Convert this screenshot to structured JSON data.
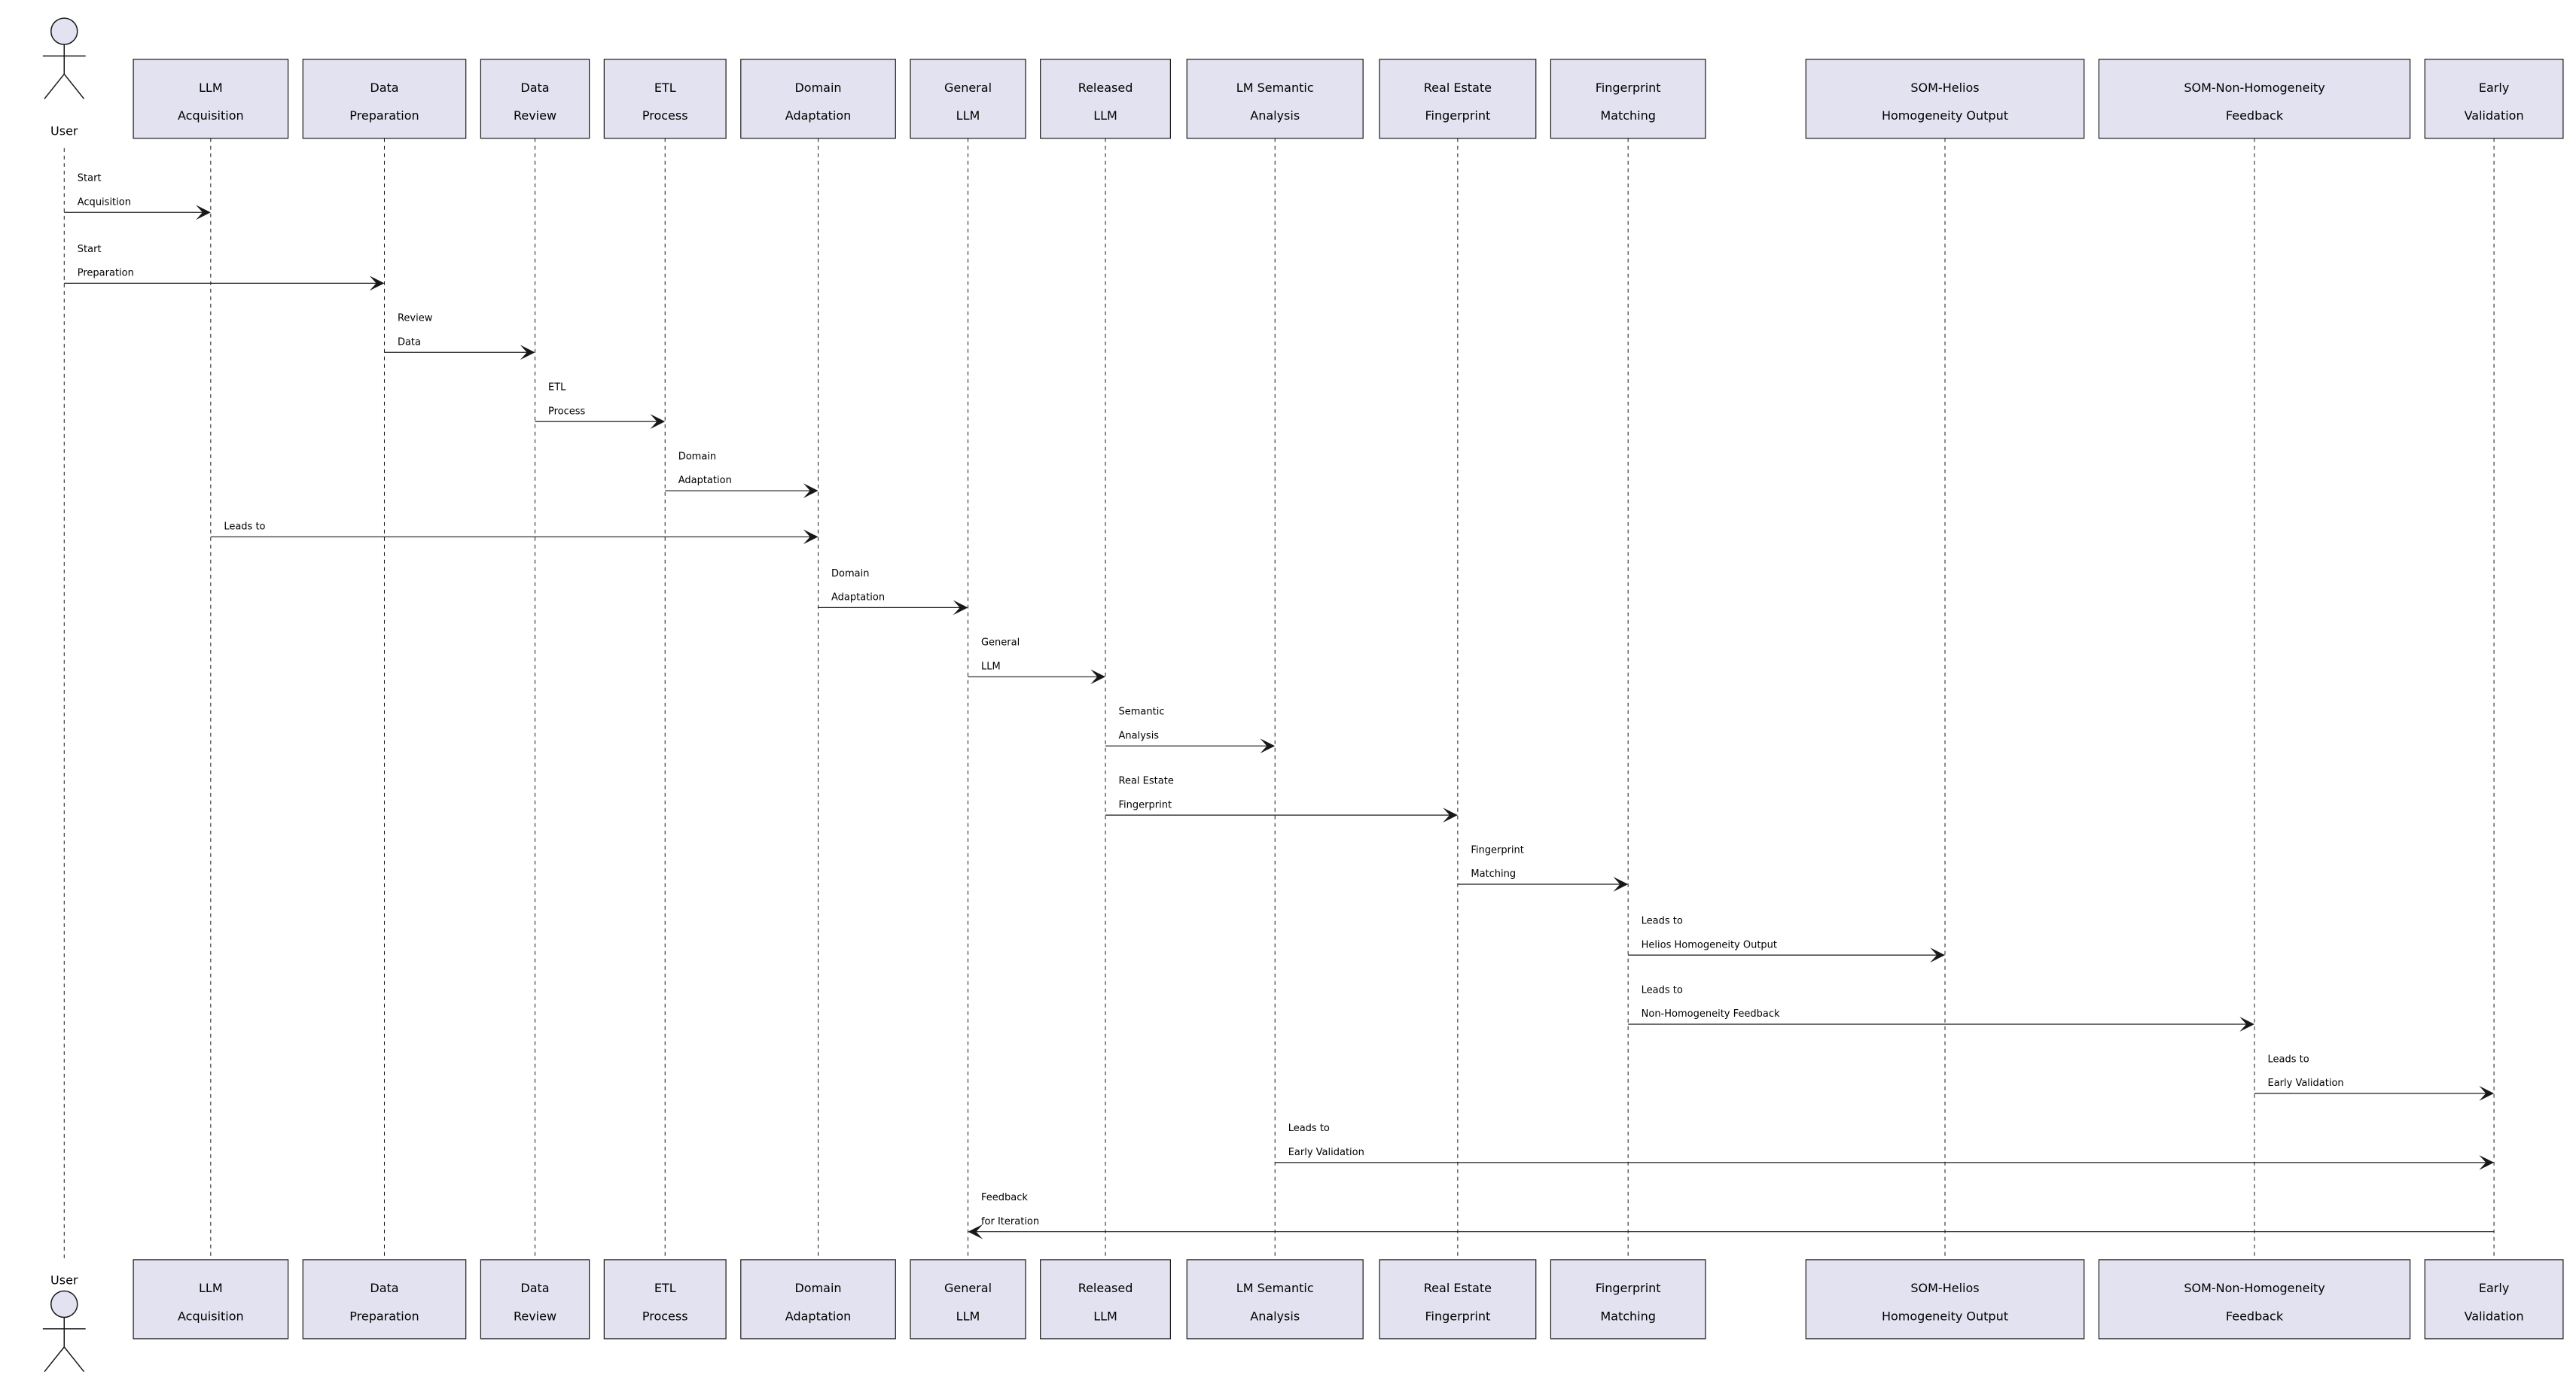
{
  "actor": {
    "label": "User"
  },
  "participants": [
    {
      "id": "llm_acq",
      "lines": [
        "LLM",
        "Acquisition"
      ]
    },
    {
      "id": "data_prep",
      "lines": [
        "Data",
        "Preparation"
      ]
    },
    {
      "id": "data_rev",
      "lines": [
        "Data",
        "Review"
      ]
    },
    {
      "id": "etl",
      "lines": [
        "ETL",
        "Process"
      ]
    },
    {
      "id": "domain",
      "lines": [
        "Domain",
        "Adaptation"
      ]
    },
    {
      "id": "general",
      "lines": [
        "General",
        "LLM"
      ]
    },
    {
      "id": "released",
      "lines": [
        "Released",
        "LLM"
      ]
    },
    {
      "id": "lm_sem",
      "lines": [
        "LM Semantic",
        "Analysis"
      ]
    },
    {
      "id": "re_fp",
      "lines": [
        "Real Estate",
        "Fingerprint"
      ]
    },
    {
      "id": "fp_match",
      "lines": [
        "Fingerprint",
        "Matching"
      ]
    },
    {
      "id": "som_helios",
      "lines": [
        "SOM-Helios",
        "Homogeneity Output"
      ]
    },
    {
      "id": "som_nonhom",
      "lines": [
        "SOM-Non-Homogeneity",
        "Feedback"
      ]
    },
    {
      "id": "early_val",
      "lines": [
        "Early",
        "Validation"
      ]
    }
  ],
  "messages": [
    {
      "from": "user",
      "to": "llm_acq",
      "lines": [
        "Start",
        "Acquisition"
      ]
    },
    {
      "from": "user",
      "to": "data_prep",
      "lines": [
        "Start",
        "Preparation"
      ]
    },
    {
      "from": "data_prep",
      "to": "data_rev",
      "lines": [
        "Review",
        "Data"
      ]
    },
    {
      "from": "data_rev",
      "to": "etl",
      "lines": [
        "ETL",
        "Process"
      ]
    },
    {
      "from": "etl",
      "to": "domain",
      "lines": [
        "Domain",
        "Adaptation"
      ]
    },
    {
      "from": "llm_acq",
      "to": "domain",
      "lines": [
        "Leads to"
      ]
    },
    {
      "from": "domain",
      "to": "general",
      "lines": [
        "Domain",
        "Adaptation"
      ]
    },
    {
      "from": "general",
      "to": "released",
      "lines": [
        "General",
        "LLM"
      ]
    },
    {
      "from": "released",
      "to": "lm_sem",
      "lines": [
        "Semantic",
        "Analysis"
      ]
    },
    {
      "from": "released",
      "to": "re_fp",
      "lines": [
        "Real Estate",
        "Fingerprint"
      ]
    },
    {
      "from": "re_fp",
      "to": "fp_match",
      "lines": [
        "Fingerprint",
        "Matching"
      ]
    },
    {
      "from": "fp_match",
      "to": "som_helios",
      "lines": [
        "Leads to",
        "Helios Homogeneity Output"
      ]
    },
    {
      "from": "fp_match",
      "to": "som_nonhom",
      "lines": [
        "Leads to",
        "Non-Homogeneity Feedback"
      ]
    },
    {
      "from": "som_nonhom",
      "to": "early_val",
      "lines": [
        "Leads to",
        "Early Validation"
      ]
    },
    {
      "from": "lm_sem",
      "to": "early_val",
      "lines": [
        "Leads to",
        "Early Validation"
      ]
    },
    {
      "from": "early_val",
      "to": "general",
      "lines": [
        "Feedback",
        "for Iteration"
      ]
    }
  ],
  "colors": {
    "participant_fill": "#e2e2f0",
    "stroke": "#181818",
    "text": "#000000"
  }
}
